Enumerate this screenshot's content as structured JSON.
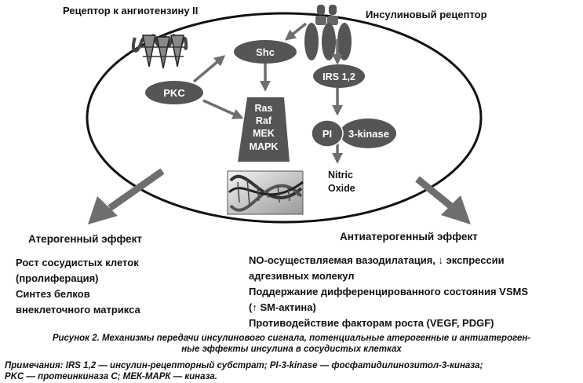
{
  "receptors": {
    "angiotensin_label": "Рецептор к ангиотензину II",
    "insulin_label": "Инсулиновый рецептор"
  },
  "nodes": {
    "shc": "Shc",
    "pkc": "PKC",
    "irs": "IRS 1,2",
    "pi": "PI",
    "kinase3": "3-kinase",
    "ras": "Ras",
    "raf": "Raf",
    "mek": "MEK",
    "mapk": "MAPK",
    "nitric": "Nitric",
    "oxide": "Oxide"
  },
  "effects": {
    "atherogenic": {
      "title": "Атерогенный эффект",
      "lines": [
        "Рост сосудистых клеток",
        "(пролиферация)",
        "Синтез белков",
        "внеклеточного матрикса"
      ]
    },
    "antiatherogenic": {
      "title": "Антиатерогенный эффект",
      "lines": [
        "NO-осуществляемая вазодилатация, ↓ экспрессии",
        "адгезивных молекул",
        "Поддержание дифференцированного состояния VSMS",
        "(↑ SM-актина)",
        "Противодействие факторам роста (VEGF, PDGF)"
      ]
    }
  },
  "caption": {
    "line1": "Рисунок 2. Механизмы передачи инсулинового сигнала, потенциальные атерогенные и антиатероген-",
    "line2": "ные эффекты инсулина в сосудистых клетках"
  },
  "notes": {
    "line1": "Примечания: IRS 1,2 — инсулин-рецепторный субстрат; PI-3-kinase — фосфатидилинозитол-3-киназа;",
    "line2": "PKC — протеинкиназа С; МЕК-МАРК — киназа."
  },
  "colors": {
    "node_fill": "#555555",
    "arrow": "#6e6e6e",
    "outline": "#111111"
  }
}
